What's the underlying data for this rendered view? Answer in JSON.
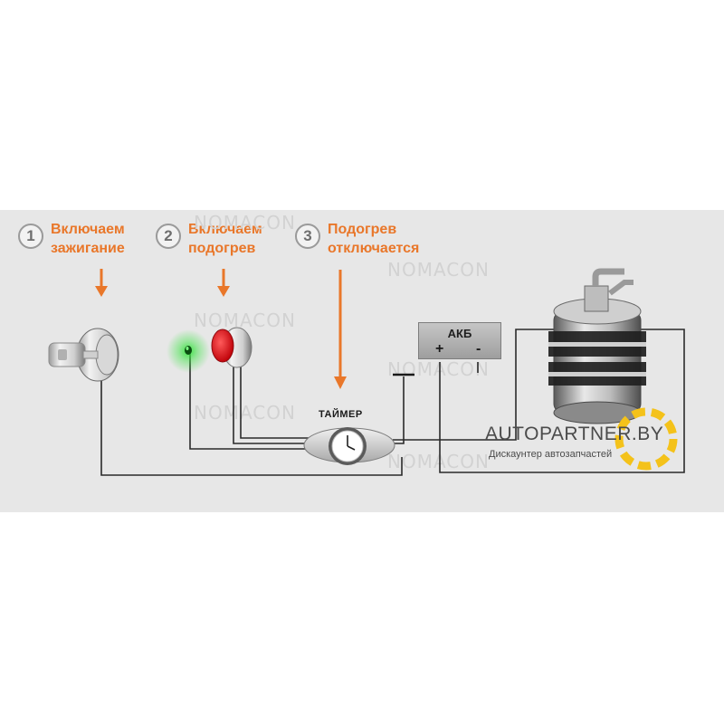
{
  "steps": [
    {
      "number": "1",
      "label": "Включаем\nзажигание"
    },
    {
      "number": "2",
      "label": "Включаем\nподогрев"
    },
    {
      "number": "3",
      "label": "Подогрев\nотключается"
    }
  ],
  "watermark": "NOMACON",
  "battery": {
    "label": "АКБ",
    "plus": "+",
    "minus": "-"
  },
  "ground_symbol": "—",
  "timer": {
    "label": "ТАЙМЕР"
  },
  "brand": {
    "name": "AUTOPARTNER.BY",
    "tagline": "Дискаунтер автозапчастей"
  },
  "colors": {
    "accent": "#e9772a",
    "led": "#2fdc3a",
    "button": "#e0141c",
    "gear": "#f4c21a"
  }
}
